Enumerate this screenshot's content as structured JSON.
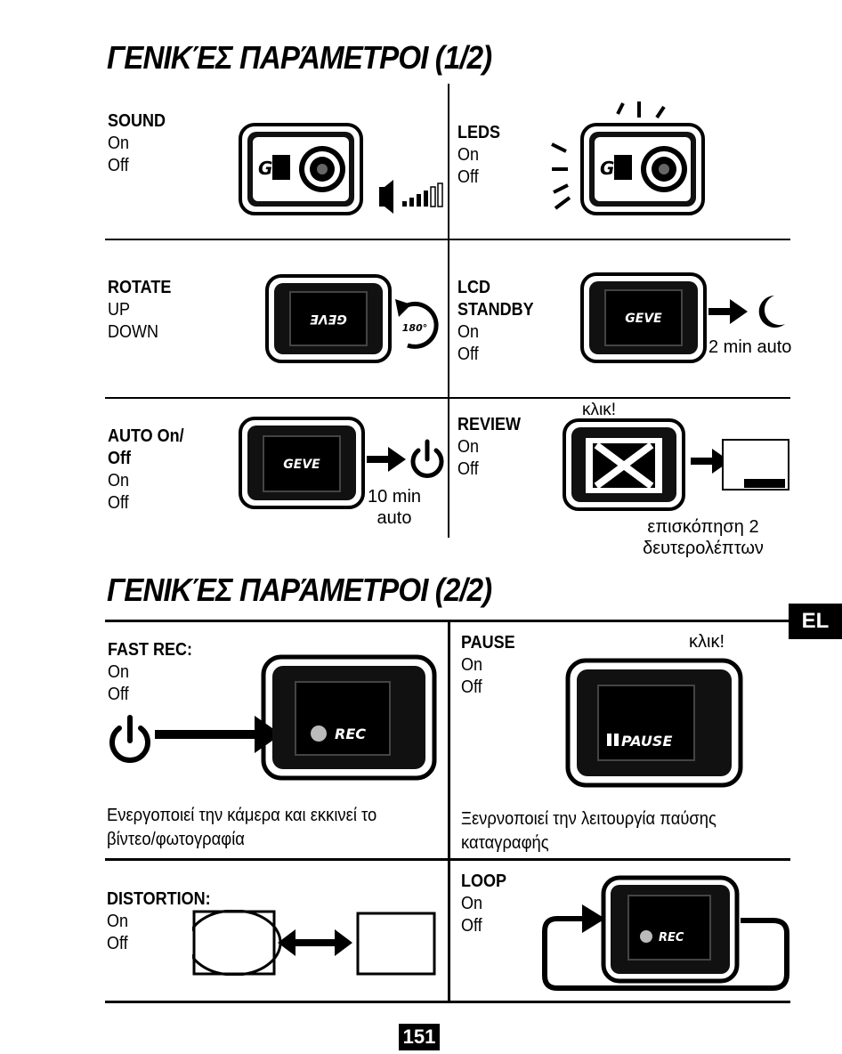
{
  "titles": {
    "part1": "ΓΕΝΙΚΈΣ ΠΑΡΆΜΕΤΡΟΙ (1/2)",
    "part2": "ΓΕΝΙΚΈΣ ΠΑΡΆΜΕΤΡΟΙ (2/2)"
  },
  "sound": {
    "label": "SOUND",
    "opt1": "On",
    "opt2": "Off"
  },
  "leds": {
    "label": "LEDS",
    "opt1": "On",
    "opt2": "Off"
  },
  "rotate": {
    "label": "ROTATE",
    "opt1": "UP",
    "opt2": "DOWN",
    "badge": "180°",
    "screen": "GEVE"
  },
  "lcd_standby": {
    "label1": "LCD",
    "label2": "STANDBY",
    "opt1": "On",
    "opt2": "Off",
    "screen": "GEVE",
    "caption": "2 min auto"
  },
  "auto_off": {
    "label1": "AUTO On/",
    "label2": "Off",
    "opt1": "On",
    "opt2": "Off",
    "screen": "GEVE",
    "caption1": "10 min",
    "caption2": "auto"
  },
  "review": {
    "label": "REVIEW",
    "opt1": "On",
    "opt2": "Off",
    "click": "κλικ!",
    "caption1": "επισκόπηση 2",
    "caption2": "δευτερολέπτων"
  },
  "fast_rec": {
    "label": "FAST REC:",
    "opt1": "On",
    "opt2": "Off",
    "screen": "REC",
    "desc1": "Ενεργοποιεί την κάμερα και εκκινεί το",
    "desc2": "βίντεο/φωτογραφία"
  },
  "pause": {
    "label": "PAUSE",
    "opt1": "On",
    "opt2": "Off",
    "click": "κλικ!",
    "screen": "PAUSE",
    "desc1": "Ξενρνοποιεί την λειτουργία παύσης",
    "desc2": "καταγραφής"
  },
  "distortion": {
    "label": "DISTORTION:",
    "opt1": "On",
    "opt2": "Off"
  },
  "loop": {
    "label": "LOOP",
    "opt1": "On",
    "opt2": "Off",
    "screen": "REC"
  },
  "badge": "EL",
  "page_number": "151"
}
